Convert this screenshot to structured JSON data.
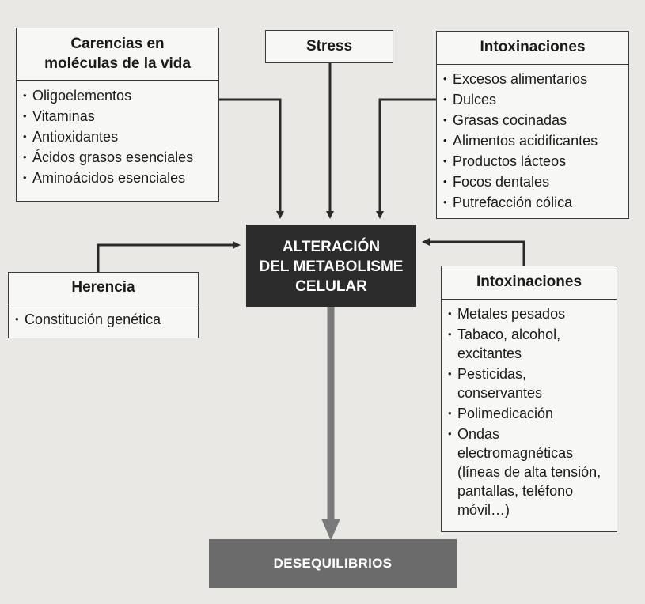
{
  "boxes": {
    "carencias": {
      "title": "Carencias en\nmoléculas de la vida",
      "items": [
        "Oligoelementos",
        "Vitaminas",
        "Antioxidantes",
        "Ácidos grasos esenciales",
        "Aminoácidos esenciales"
      ]
    },
    "stress": {
      "title": "Stress"
    },
    "intox_top": {
      "title": "Intoxinaciones",
      "items": [
        "Excesos alimentarios",
        "Dulces",
        "Grasas cocinadas",
        "Alimentos acidificantes",
        "Productos lácteos",
        "Focos dentales",
        "Putrefacción cólica"
      ]
    },
    "center": {
      "title": "ALTERACIÓN\nDEL METABOLISME\nCELULAR"
    },
    "herencia": {
      "title": "Herencia",
      "items": [
        "Constitución genética"
      ]
    },
    "intox_right": {
      "title": "Intoxinaciones",
      "items": [
        "Metales pesados",
        "Tabaco, alcohol, excitantes",
        "Pesticidas, conservantes",
        "Polimedicación",
        "Ondas electromagnéticas (líneas de alta tensión, pantallas, teléfono móvil…)"
      ]
    },
    "result": {
      "title": "DESEQUILIBRIOS"
    }
  },
  "colors": {
    "background": "#e9e8e5",
    "box_fill": "#f7f7f5",
    "center_fill": "#2c2c2c",
    "result_fill": "#6b6b6b",
    "arrow_dark": "#2a2a2a",
    "arrow_gray": "#7a7a7a"
  }
}
